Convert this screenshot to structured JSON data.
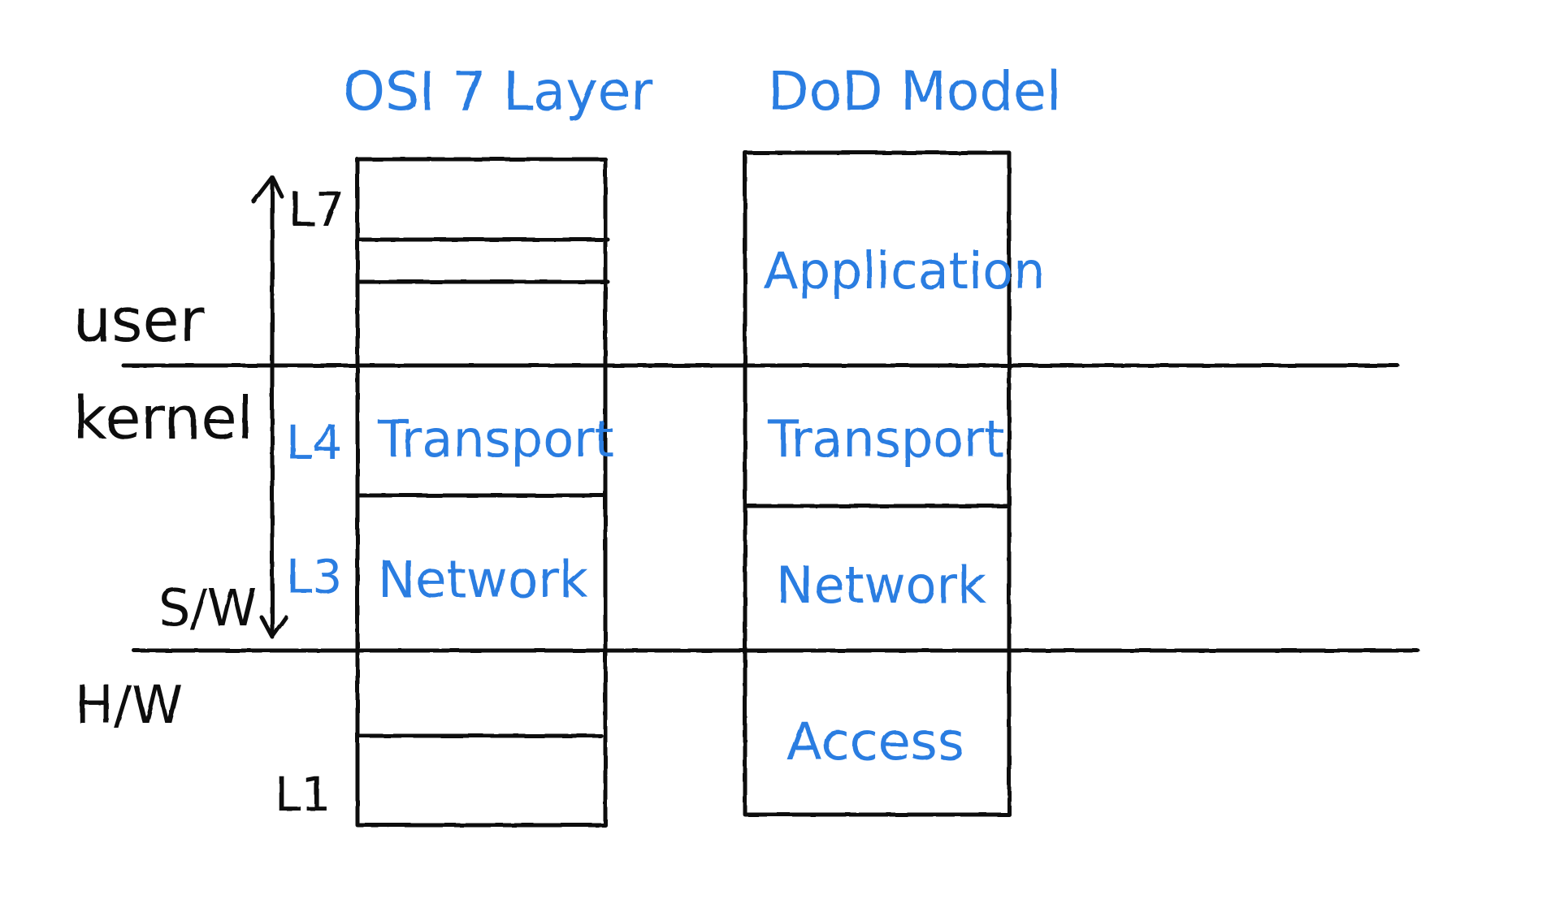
{
  "titles": {
    "osi": "OSI 7 Layer",
    "dod": "DoD Model"
  },
  "region_labels": {
    "user": "user",
    "kernel": "kernel",
    "software": "S/W",
    "hardware": "H/W"
  },
  "layer_numbers": {
    "l7": "L7",
    "l4": "L4",
    "l3": "L3",
    "l1": "L1"
  },
  "osi_layers": {
    "transport": "Transport",
    "network": "Network"
  },
  "dod_layers": {
    "application": "Application",
    "transport": "Transport",
    "network": "Network",
    "access": "Access"
  },
  "colors": {
    "ink": "#111111",
    "blue": "#2a7de1"
  }
}
